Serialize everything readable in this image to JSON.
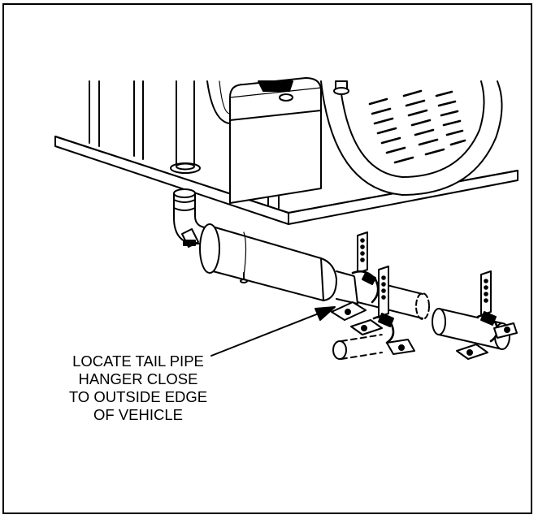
{
  "callout": {
    "lines": [
      "LOCATE TAIL PIPE",
      "HANGER CLOSE",
      "TO OUTSIDE EDGE",
      "OF VEHICLE"
    ]
  },
  "colors": {
    "ink": "#000000",
    "paper": "#ffffff"
  }
}
